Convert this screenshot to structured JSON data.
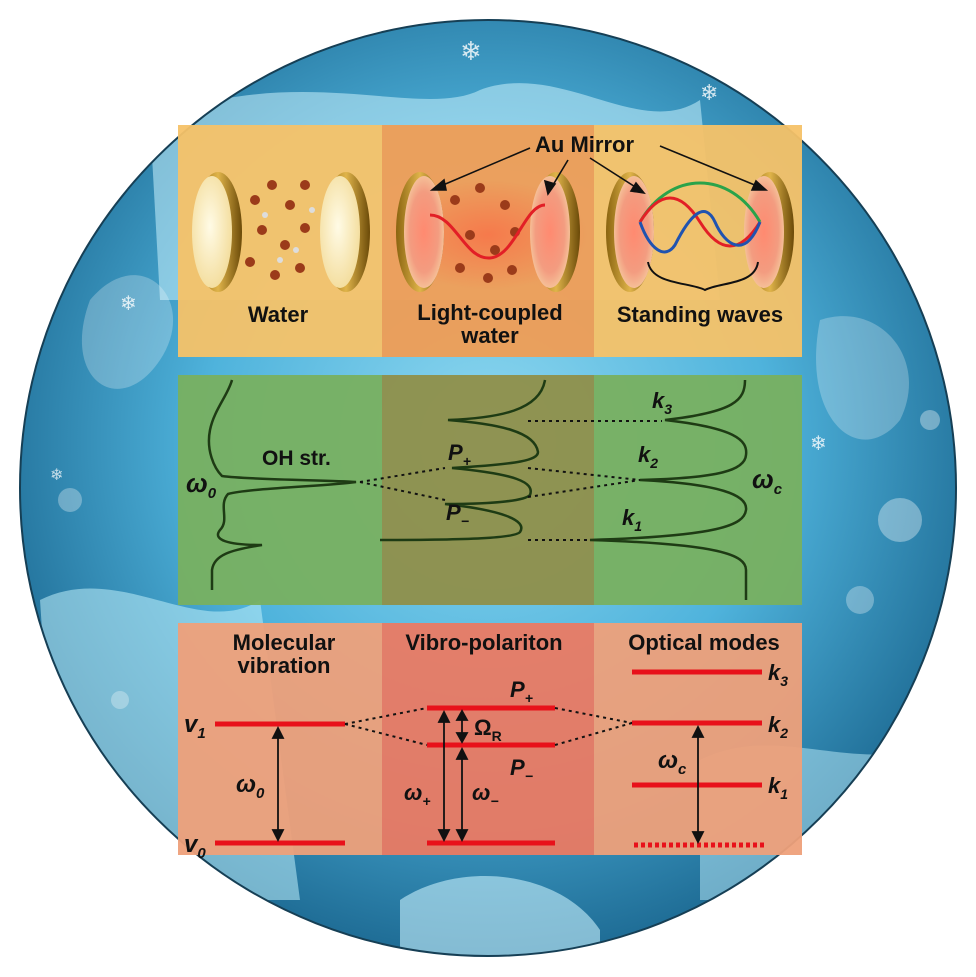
{
  "colors": {
    "disc_outer": "#1f6d96",
    "disc_inner": "#5fc1e2",
    "top_panel": "#f5c268",
    "top_panel_mid": "#ef9d55",
    "mid_panel": "#78b060",
    "mid_panel_center": "#8f8f4a",
    "bottom_panel": "#eea07a",
    "bottom_panel_center": "#ea7a63",
    "level_red": "#e8111a",
    "spectrum_line": "#1e3b14",
    "wave_red": "#e21f26",
    "wave_green": "#2aa34a",
    "wave_blue": "#2053b0"
  },
  "top": {
    "mirror_label": "Au Mirror",
    "water_label": "Water",
    "coupled_label_line1": "Light-coupled",
    "coupled_label_line2": "water",
    "standing_label": "Standing waves"
  },
  "middle": {
    "omega0": "ω",
    "omega0_sub": "0",
    "oh_label": "OH str.",
    "p_plus": "P",
    "p_plus_sub": "+",
    "p_minus": "P",
    "p_minus_sub": "−",
    "k3": "k",
    "k3_sub": "3",
    "k2": "k",
    "k2_sub": "2",
    "k1": "k",
    "k1_sub": "1",
    "omegac": "ω",
    "omegac_sub": "c"
  },
  "bottom": {
    "col1_line1": "Molecular",
    "col1_line2": "vibration",
    "col2_title": "Vibro-polariton",
    "col3_title": "Optical modes",
    "v1": "v",
    "v1_sub": "1",
    "v0": "v",
    "v0_sub": "0",
    "omega0": "ω",
    "omega0_sub": "0",
    "p_plus": "P",
    "p_plus_sub": "+",
    "p_minus": "P",
    "p_minus_sub": "−",
    "omegaR": "Ω",
    "omegaR_sub": "R",
    "omega_plus": "ω",
    "omega_plus_sub": "+",
    "omega_minus": "ω",
    "omega_minus_sub": "−",
    "k3": "k",
    "k3_sub": "3",
    "k2": "k",
    "k2_sub": "2",
    "k1": "k",
    "k1_sub": "1",
    "omegac": "ω",
    "omegac_sub": "c"
  }
}
